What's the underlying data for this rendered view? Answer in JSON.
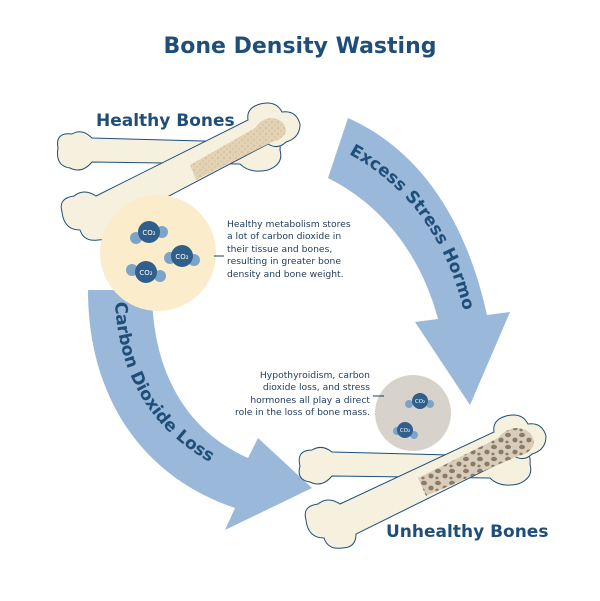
{
  "title": "Bone Density Wasting",
  "labels": {
    "healthy": "Healthy Bones",
    "unhealthy": "Unhealthy Bones"
  },
  "arrows": {
    "stress": "Excess Stress Hormones",
    "co2_loss": "Carbon Dioxide Loss"
  },
  "captions": {
    "healthy": [
      "Healthy metabolism stores",
      "a lot of carbon dioxide in",
      "their tissue and bones,",
      "resulting in greater bone",
      "density and bone weight."
    ],
    "unhealthy": [
      "Hypothyroidism, carbon",
      "dioxide loss, and stress",
      "hormones all play a direct",
      "role in the loss of bone mass."
    ]
  },
  "molecule_label": "CO₂",
  "colors": {
    "title": "#1f4e79",
    "arrow": "#9ab8d9",
    "bone_fill": "#f6f1de",
    "bone_stroke": "#1f4e79",
    "marrow_healthy": "#e3d2b4",
    "marrow_unhealthy": "#8a7a66",
    "healthy_circle": "#fbeccc",
    "unhealthy_circle": "#d8d2cc",
    "molecule_dark": "#2f5f8a",
    "molecule_light": "#7da3c9"
  }
}
